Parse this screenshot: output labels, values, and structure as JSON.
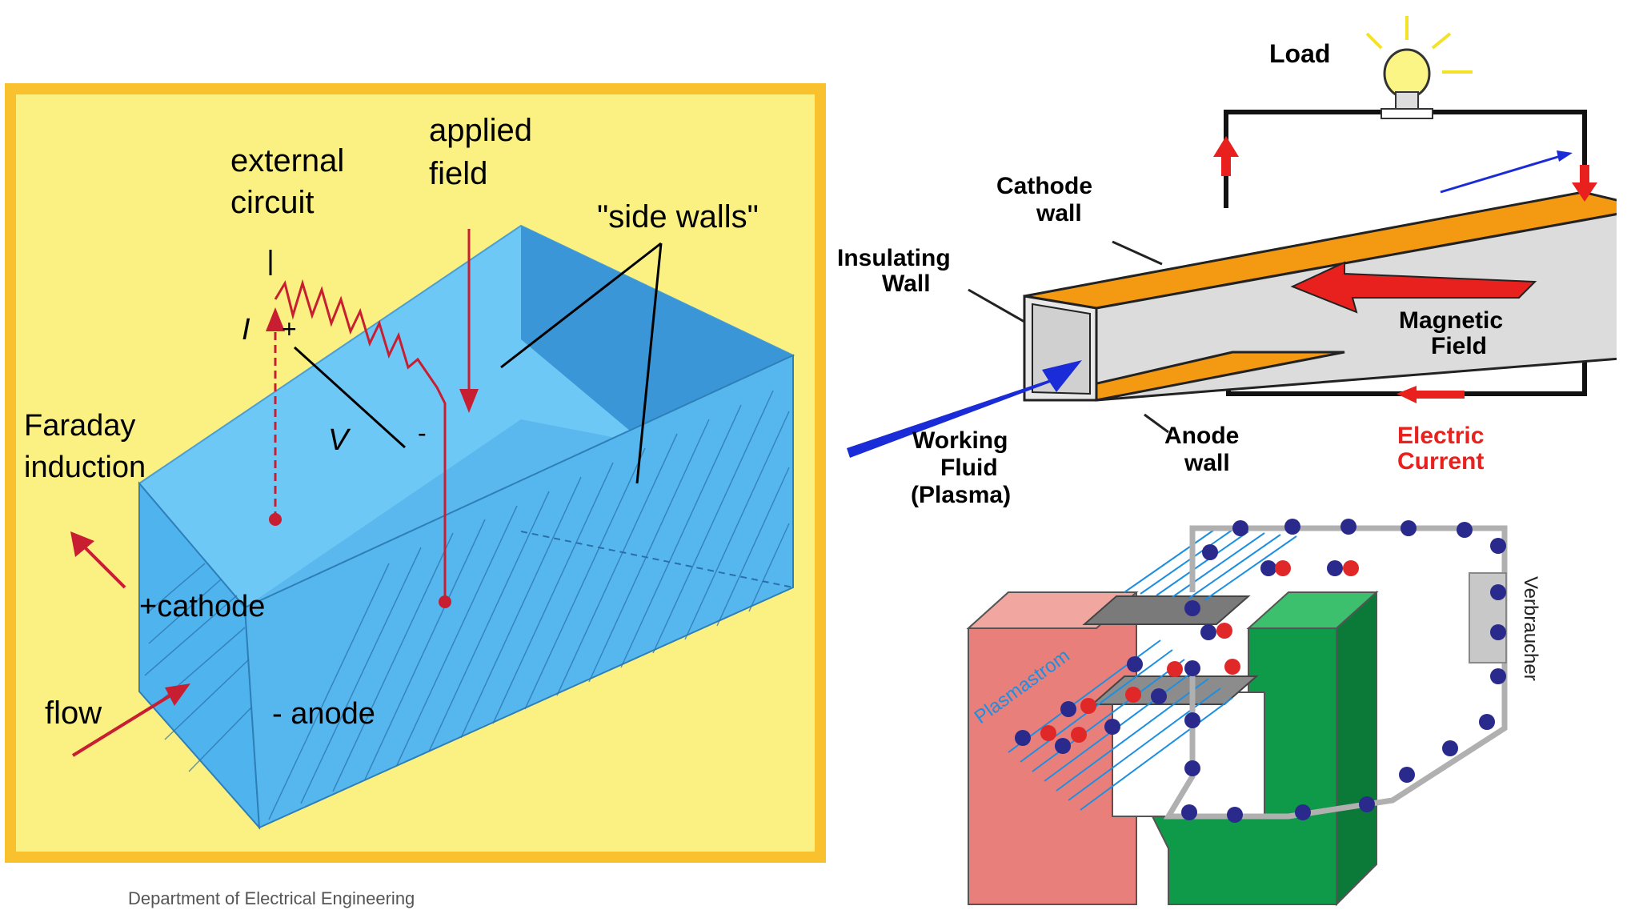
{
  "left_diagram": {
    "label_external_circuit_1": "external",
    "label_external_circuit_2": "circuit",
    "label_applied_field_1": "applied",
    "label_applied_field_2": "field",
    "label_side_walls": "\"side walls\"",
    "label_faraday_1": "Faraday",
    "label_faraday_2": "induction",
    "label_cathode": "+cathode",
    "label_anode": "- anode",
    "label_flow": "flow",
    "label_current": "I",
    "label_voltage": "V",
    "label_plus": "+",
    "label_minus": "-",
    "colors": {
      "frame": "#f9c12e",
      "background": "#fbf082",
      "duct_top": "#6ec8f6",
      "duct_side": "#4fb3ee",
      "duct_dark": "#3a96d6",
      "arrows": "#c81e32"
    }
  },
  "right_top_diagram": {
    "label_load": "Load",
    "label_cathode_1": "Cathode",
    "label_cathode_2": "wall",
    "label_insulating_1": "Insulating",
    "label_insulating_2": "Wall",
    "label_magnetic_1": "Magnetic",
    "label_magnetic_2": "Field",
    "label_working_1": "Working",
    "label_working_2": "Fluid",
    "label_working_3": "(Plasma)",
    "label_anode_1": "Anode",
    "label_anode_2": "wall",
    "label_electric_1": "Electric",
    "label_electric_2": "Current",
    "colors": {
      "walls": "#f39a12",
      "insulating": "#d9d9d9",
      "arrow_red": "#e8211e",
      "arrow_blue": "#1a2bd8",
      "bulb": "#fbf586"
    }
  },
  "right_bottom_diagram": {
    "label_plasmastrom": "Plasmastrom",
    "label_verbraucher": "Verbraucher",
    "colors": {
      "magnet_pink": "#e87f7a",
      "magnet_green": "#0e9a48",
      "electrode": "#7a7a7a",
      "field_lines": "#1e8fe0",
      "dots_blue": "#2a2a8c",
      "dots_red": "#e02828"
    }
  },
  "footer": {
    "text": "Department of Electrical Engineering"
  }
}
